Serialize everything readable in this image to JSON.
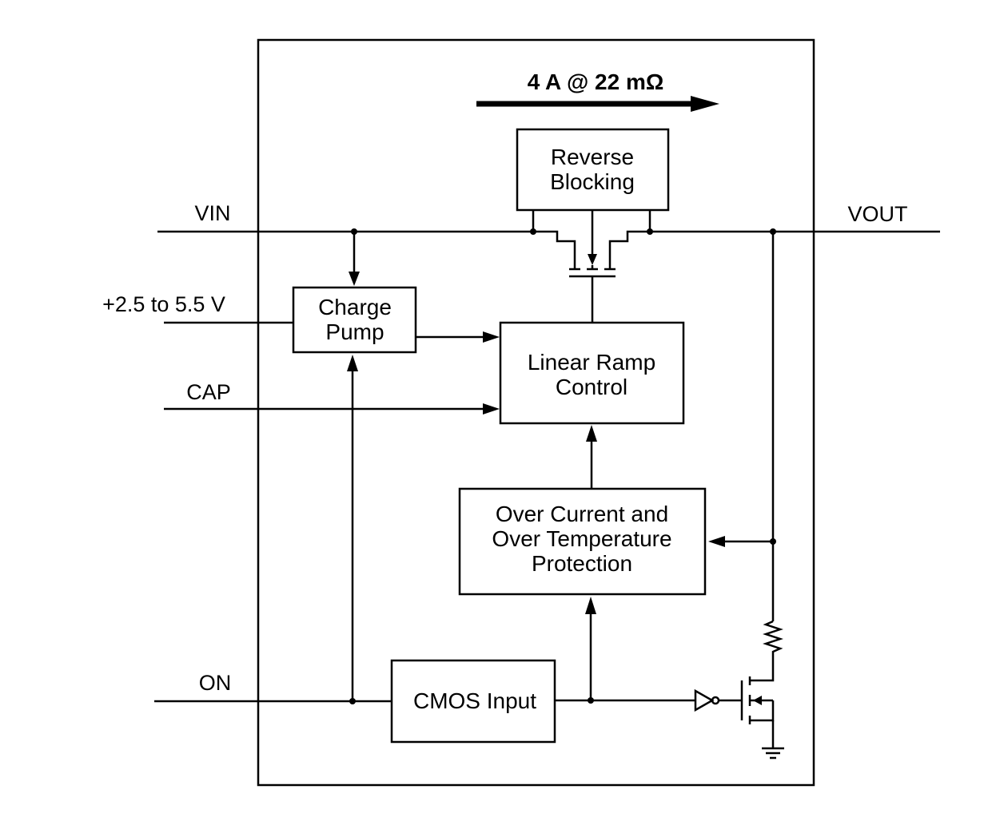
{
  "title": "4 A @ 22 mΩ",
  "pins": {
    "vin": "VIN",
    "vout": "VOUT",
    "supply": "+2.5 to 5.5 V",
    "cap": "CAP",
    "on": "ON"
  },
  "blocks": {
    "reverse_blocking": [
      "Reverse",
      "Blocking"
    ],
    "charge_pump": [
      "Charge",
      "Pump"
    ],
    "linear_ramp": [
      "Linear Ramp",
      "Control"
    ],
    "protection": [
      "Over Current and",
      "Over Temperature",
      "Protection"
    ],
    "cmos_input": [
      "CMOS Input"
    ]
  }
}
